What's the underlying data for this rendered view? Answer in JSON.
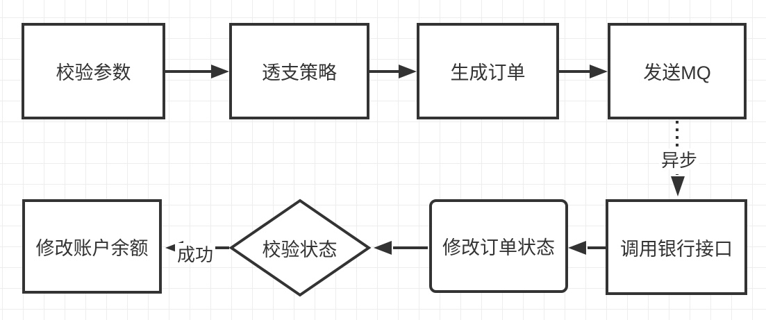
{
  "diagram": {
    "type": "flowchart",
    "colors": {
      "stroke": "#333333",
      "text": "#333333",
      "background": "#ffffff",
      "grid_line": "#ededed"
    },
    "nodes": [
      {
        "id": "validate-params",
        "shape": "rectangle",
        "label": "校验参数"
      },
      {
        "id": "overdraft-policy",
        "shape": "rectangle",
        "label": "透支策略"
      },
      {
        "id": "create-order",
        "shape": "rectangle",
        "label": "生成订单"
      },
      {
        "id": "send-mq",
        "shape": "rectangle",
        "label": "发送MQ"
      },
      {
        "id": "call-bank-api",
        "shape": "rectangle",
        "label": "调用银行接口"
      },
      {
        "id": "update-order-status",
        "shape": "rounded-rectangle",
        "label": "修改订单状态"
      },
      {
        "id": "check-status",
        "shape": "diamond",
        "label": "校验状态"
      },
      {
        "id": "update-account-balance",
        "shape": "rectangle",
        "label": "修改账户余额"
      }
    ],
    "edge_labels": [
      {
        "id": "async",
        "label": "异步"
      },
      {
        "id": "success",
        "label": "成功"
      }
    ]
  }
}
